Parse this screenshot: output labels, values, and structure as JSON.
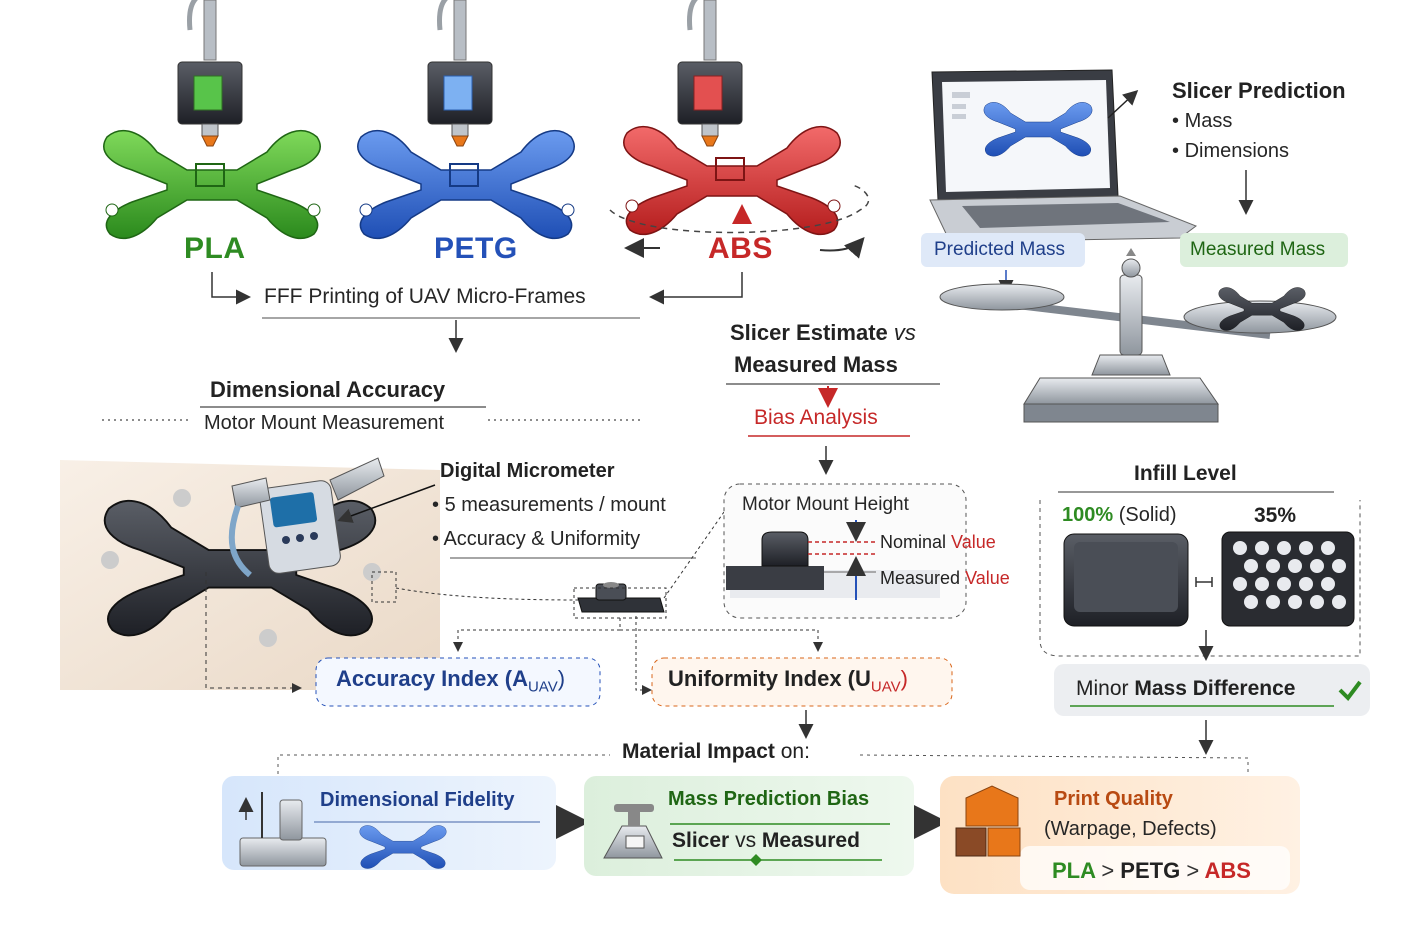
{
  "materials": {
    "pla": {
      "label": "PLA",
      "color": "#2e8b22"
    },
    "petg": {
      "label": "PETG",
      "color": "#2451b8"
    },
    "abs": {
      "label": "ABS",
      "color": "#c62828"
    }
  },
  "printing": {
    "caption": "FFF Printing of UAV Micro-Frames"
  },
  "slicer": {
    "title": "Slicer Prediction",
    "bullets": [
      "Mass",
      "Dimensions"
    ],
    "predicted_label": "Predicted Mass",
    "measured_label": "Measured Mass"
  },
  "comparison": {
    "line1_a": "Slicer Estimate",
    "line1_b": "vs",
    "line2": "Measured Mass",
    "bias": "Bias Analysis"
  },
  "dimensional": {
    "title": "Dimensional Accuracy",
    "subtitle": "Motor Mount Measurement"
  },
  "micrometer": {
    "title": "Digital Micrometer",
    "bullets": [
      "5 measurements / mount",
      "Accuracy & Uniformity"
    ]
  },
  "motor_mount": {
    "title": "Motor Mount Height",
    "nominal_a": "Nominal",
    "nominal_b": "Value",
    "measured_a": "Measured",
    "measured_b": "Value"
  },
  "infill": {
    "title": "Infill Level",
    "solid_pct": "100%",
    "solid_label": "(Solid)",
    "partial_pct": "35%",
    "result_a": "Minor",
    "result_b": "Mass Difference"
  },
  "indices": {
    "accuracy": {
      "label": "Accuracy Index (A",
      "sub": "UAV",
      "close": ")"
    },
    "uniformity": {
      "label": "Uniformity Index (U",
      "sub": "UAV",
      "close": ")"
    }
  },
  "impact": {
    "title_a": "Material Impact",
    "title_b": "on:",
    "fidelity": "Dimensional Fidelity",
    "mass_bias": "Mass Prediction Bias",
    "slicer_a": "Slicer",
    "slicer_b": "vs",
    "slicer_c": "Measured",
    "quality": "Print Quality",
    "quality_sub": "(Warpage, Defects)",
    "ranking": [
      "PLA",
      ">",
      "PETG",
      ">",
      "ABS"
    ]
  },
  "colors": {
    "green": "#2e8b22",
    "blue": "#2451b8",
    "red": "#c62828",
    "orange": "#d9661a",
    "navy": "#1f3f8a"
  }
}
